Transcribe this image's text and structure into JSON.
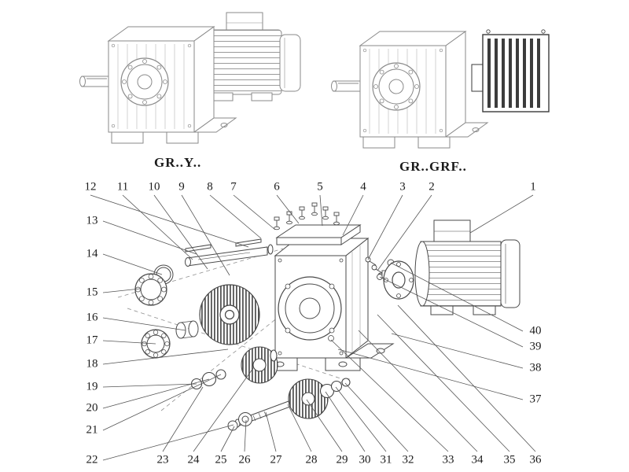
{
  "diagram": {
    "variant_labels": [
      "GR..Y..",
      "GR..GRF.."
    ],
    "callouts": {
      "top": [
        "12",
        "11",
        "10",
        "9",
        "8",
        "7",
        "6",
        "5",
        "4",
        "3",
        "2",
        "1"
      ],
      "left": [
        "13",
        "14",
        "15",
        "16",
        "17",
        "18",
        "19",
        "20",
        "21",
        "22"
      ],
      "bottom": [
        "23",
        "24",
        "25",
        "26",
        "27",
        "28",
        "29",
        "30",
        "31",
        "32",
        "33",
        "34",
        "35",
        "36"
      ],
      "right": [
        "40",
        "39",
        "38",
        "37"
      ]
    }
  }
}
